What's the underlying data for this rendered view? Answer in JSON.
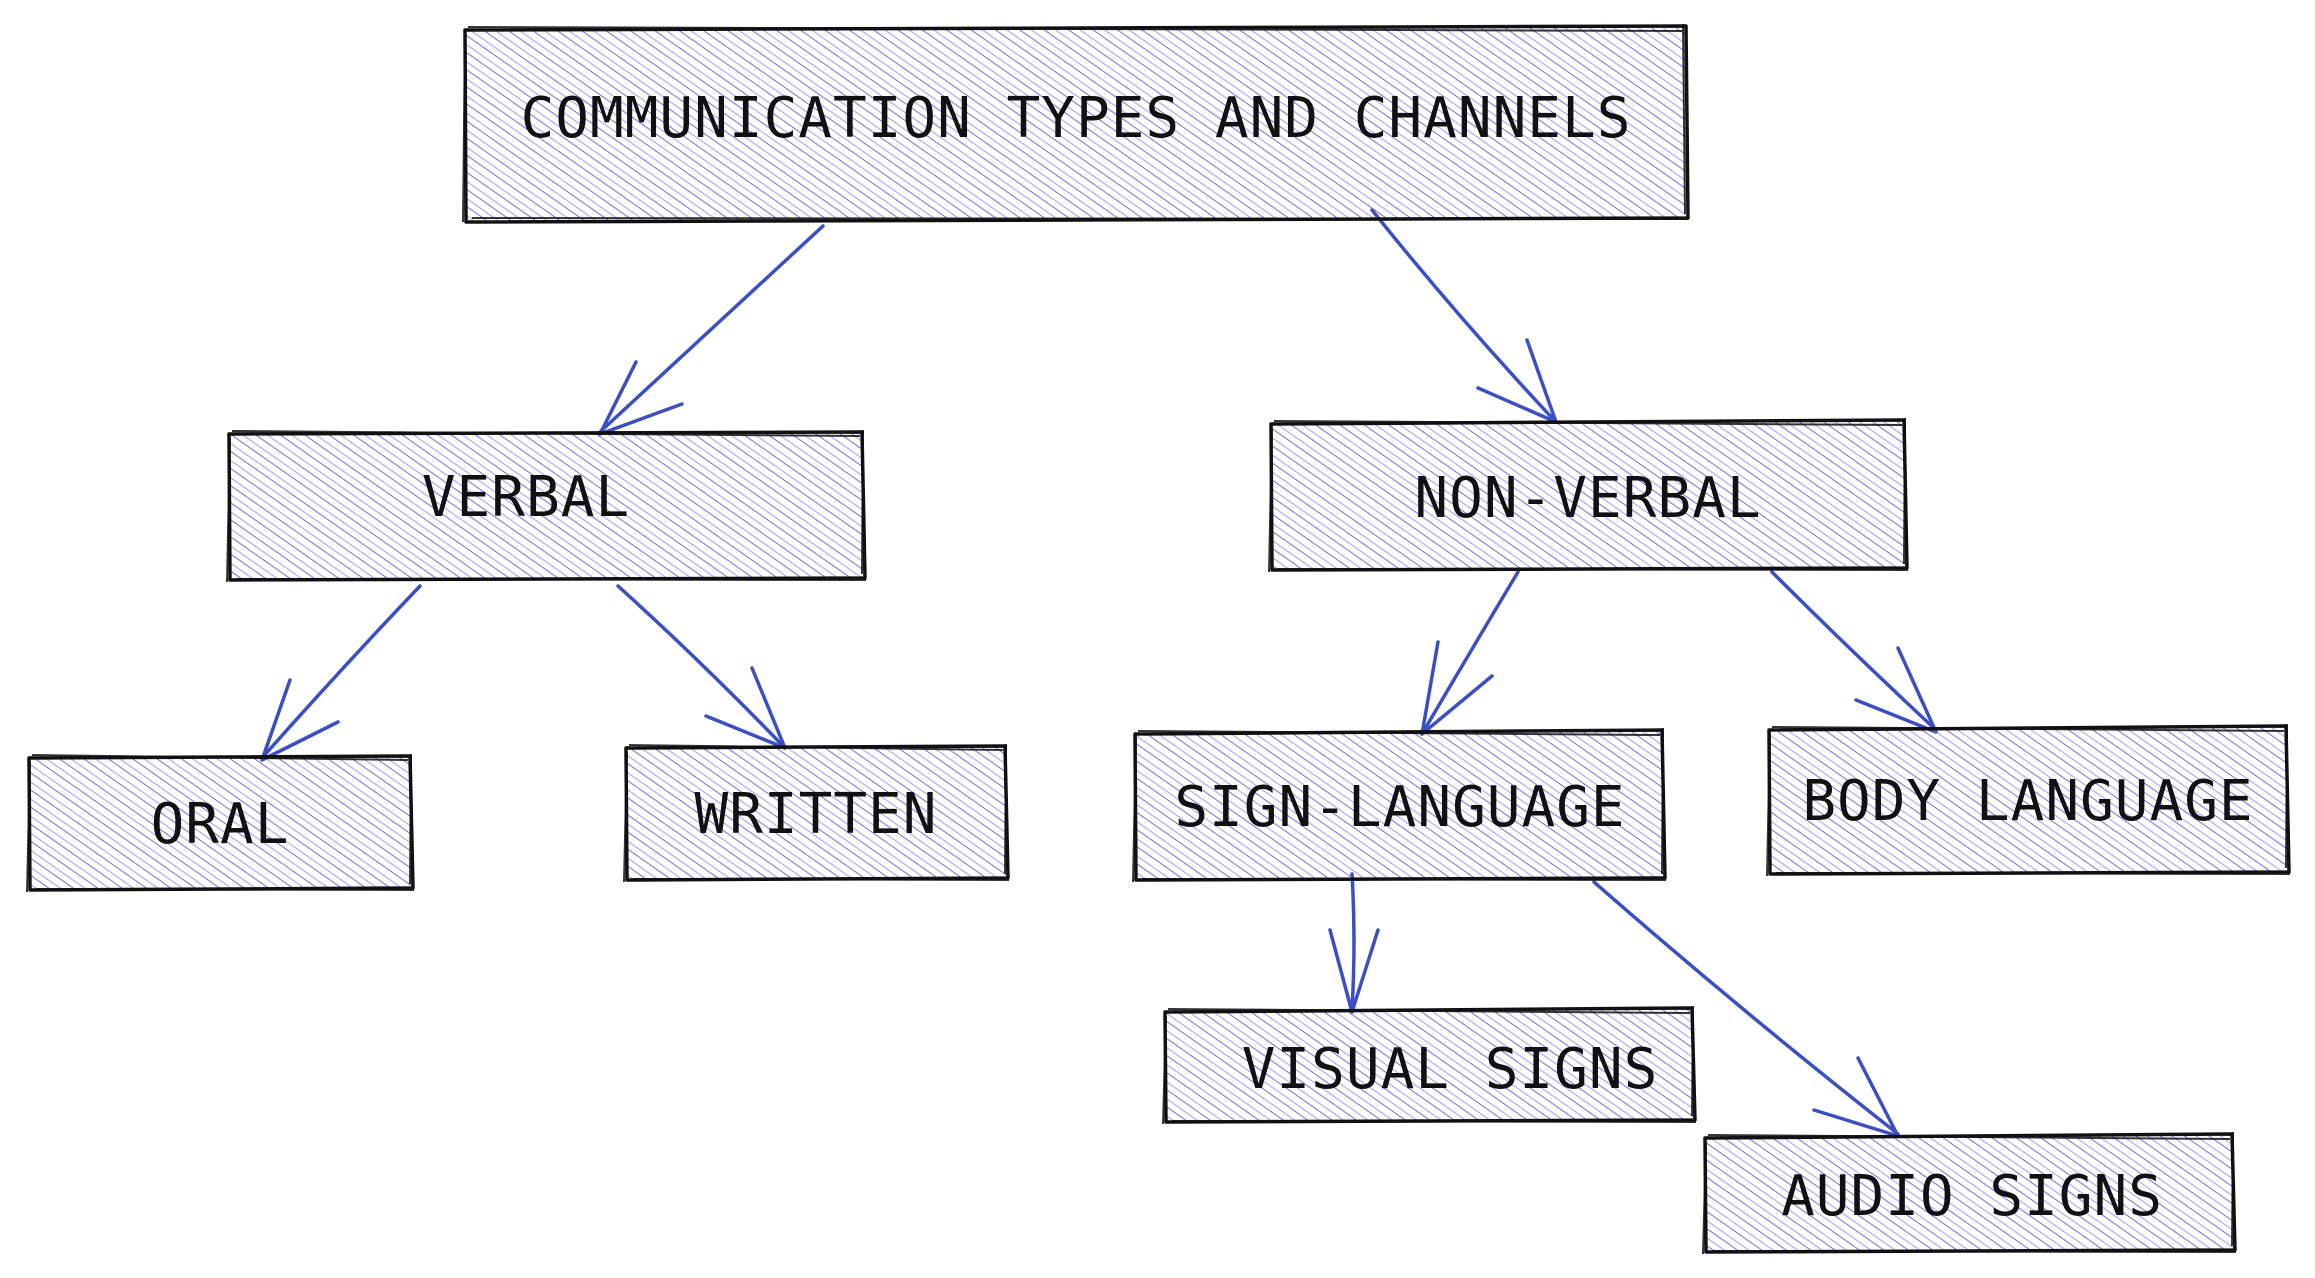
{
  "diagram": {
    "fill_color": "#7b61e8",
    "outline_color": "#111111",
    "arrow_color": "#3b4fc4",
    "nodes": {
      "root": {
        "label": "COMMUNICATION TYPES AND CHANNELS"
      },
      "verbal": {
        "label": "VERBAL"
      },
      "nonverbal": {
        "label": "NON-VERBAL"
      },
      "oral": {
        "label": "ORAL"
      },
      "written": {
        "label": "WRITTEN"
      },
      "signlanguage": {
        "label": "SIGN-LANGUAGE"
      },
      "bodylanguage": {
        "label": "BODY LANGUAGE"
      },
      "visualsigns": {
        "label": "VISUAL SIGNS"
      },
      "audiosigns": {
        "label": "AUDIO SIGNS"
      }
    },
    "edges": [
      {
        "from": "root",
        "to": "verbal"
      },
      {
        "from": "root",
        "to": "nonverbal"
      },
      {
        "from": "verbal",
        "to": "oral"
      },
      {
        "from": "verbal",
        "to": "written"
      },
      {
        "from": "nonverbal",
        "to": "signlanguage"
      },
      {
        "from": "nonverbal",
        "to": "bodylanguage"
      },
      {
        "from": "signlanguage",
        "to": "visualsigns"
      },
      {
        "from": "signlanguage",
        "to": "audiosigns"
      }
    ]
  }
}
